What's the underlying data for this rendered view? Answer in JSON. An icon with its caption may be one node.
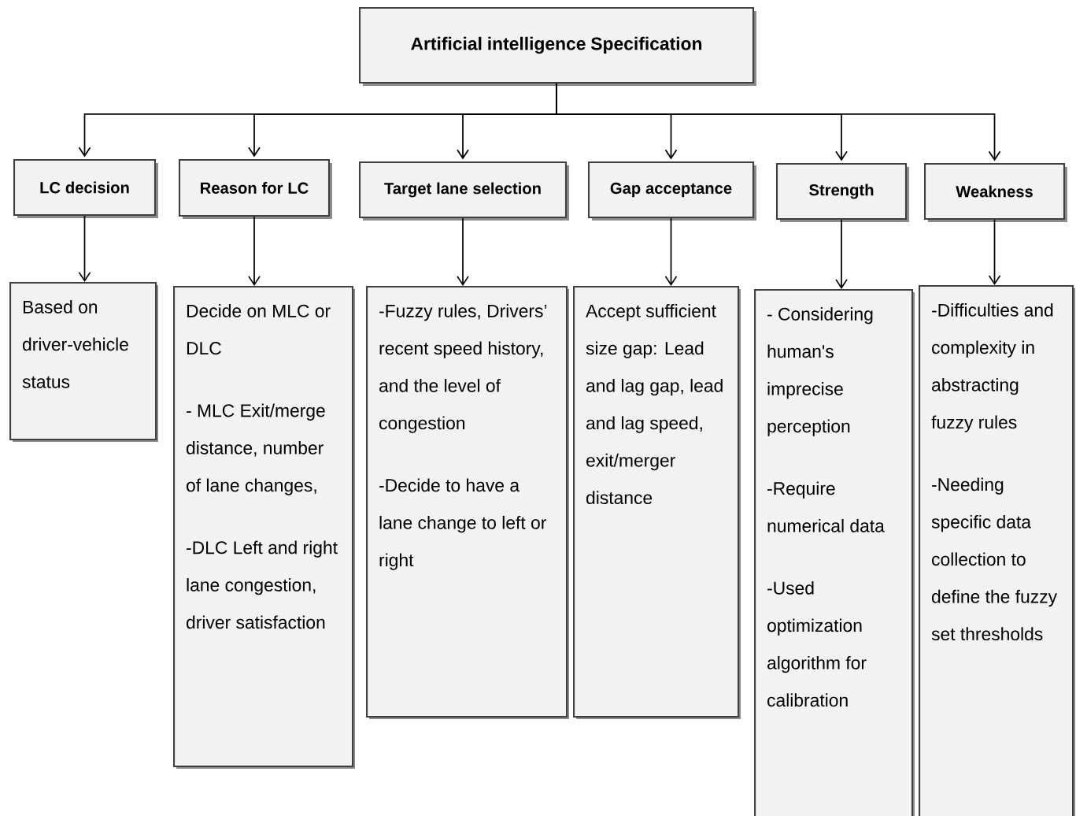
{
  "diagram": {
    "nodes": [
      {
        "text": [
          "Artificial intelligence Specification"
        ]
      },
      {
        "text": [
          "LC decision"
        ]
      },
      {
        "text": [
          "Reason for LC"
        ]
      },
      {
        "text": [
          "Target lane selection"
        ]
      },
      {
        "text": [
          "Gap acceptance"
        ]
      },
      {
        "text": [
          "Strength"
        ]
      },
      {
        "text": [
          "Weakness"
        ]
      },
      {
        "text": [
          "Based on driver-vehicle status"
        ]
      },
      {
        "text": [
          "Decide on MLC or DLC",
          "- MLC Exit/merge distance, number of lane changes,",
          "-DLC Left and right lane congestion, driver satisfaction"
        ]
      },
      {
        "text": [
          "-Fuzzy rules, Drivers’ recent speed history, and the level of congestion",
          "-Decide to have a lane change to left or right"
        ]
      },
      {
        "text": [
          "Accept sufficient size gap: Lead and lag gap, lead and lag speed, exit/merger distance"
        ]
      },
      {
        "text": [
          "- Considering human's imprecise perception",
          "-Require numerical data",
          "-Used optimization algorithm for calibration"
        ]
      },
      {
        "text": [
          "-Difficulties and complexity in abstracting fuzzy rules",
          "-Needing specific data collection to define the fuzzy set thresholds"
        ]
      }
    ],
    "edges": [
      {
        "from": 0,
        "to": 1,
        "arrow": "to"
      },
      {
        "from": 0,
        "to": 2,
        "arrow": "to"
      },
      {
        "from": 0,
        "to": 3,
        "arrow": "to"
      },
      {
        "from": 0,
        "to": 4,
        "arrow": "to"
      },
      {
        "from": 0,
        "to": 5,
        "arrow": "to"
      },
      {
        "from": 0,
        "to": 6,
        "arrow": "to"
      },
      {
        "from": 1,
        "to": 7,
        "arrow": "to"
      },
      {
        "from": 2,
        "to": 8,
        "arrow": "to"
      },
      {
        "from": 3,
        "to": 9,
        "arrow": "to"
      },
      {
        "from": 4,
        "to": 10,
        "arrow": "to"
      },
      {
        "from": 5,
        "to": 11,
        "arrow": "to"
      },
      {
        "from": 6,
        "to": 12,
        "arrow": "to"
      }
    ]
  }
}
